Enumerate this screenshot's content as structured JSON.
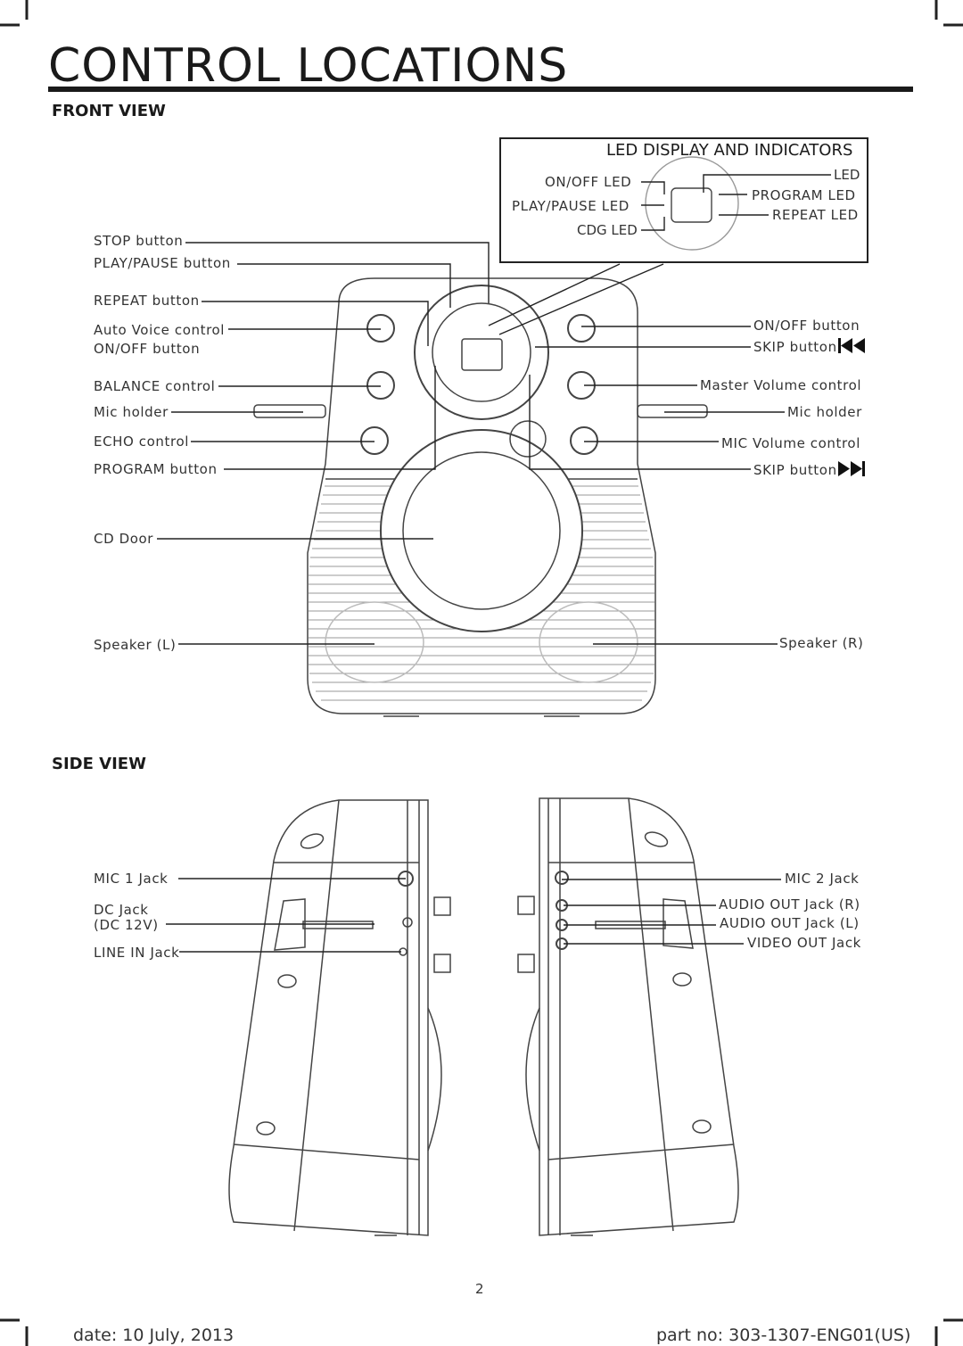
{
  "page_title": "CONTROL LOCATIONS",
  "front_view": {
    "heading": "FRONT VIEW",
    "led_panel": {
      "title": "LED DISPLAY AND INDICATORS",
      "on_off_led": "ON/OFF LED",
      "play_pause_led": "PLAY/PAUSE LED",
      "cdg_led": "CDG LED",
      "led": "LED",
      "program_led": "PROGRAM LED",
      "repeat_led": "REPEAT LED"
    },
    "left_labels": {
      "stop": "STOP button",
      "play_pause": "PLAY/PAUSE button",
      "repeat": "REPEAT button",
      "auto_voice": "Auto Voice control",
      "auto_voice_2": "ON/OFF button",
      "balance": "BALANCE control",
      "mic_holder": "Mic holder",
      "echo": "ECHO control",
      "program": "PROGRAM button",
      "cd_door": "CD Door",
      "speaker_l": "Speaker (L)"
    },
    "right_labels": {
      "on_off": "ON/OFF button",
      "skip_back": "SKIP button",
      "master_volume": "Master Volume control",
      "mic_holder": "Mic holder",
      "mic_volume": "MIC Volume control",
      "skip_fwd": "SKIP button",
      "speaker_r": "Speaker (R)"
    },
    "icons": {
      "skip_back": "skip-back-icon",
      "skip_fwd": "skip-forward-icon"
    }
  },
  "side_view": {
    "heading": "SIDE VIEW",
    "left_labels": {
      "mic1": "MIC 1 Jack",
      "dc_jack": "DC Jack",
      "dc_jack_2": "(DC 12V)",
      "line_in": "LINE IN Jack"
    },
    "right_labels": {
      "mic2": "MIC 2 Jack",
      "audio_r": "AUDIO OUT Jack (R)",
      "audio_l": "AUDIO OUT Jack (L)",
      "video_out": "VIDEO OUT Jack"
    }
  },
  "footer": {
    "page_number": "2",
    "date": "date: 10 July, 2013",
    "part_no": "part no: 303-1307-ENG01(US)"
  }
}
